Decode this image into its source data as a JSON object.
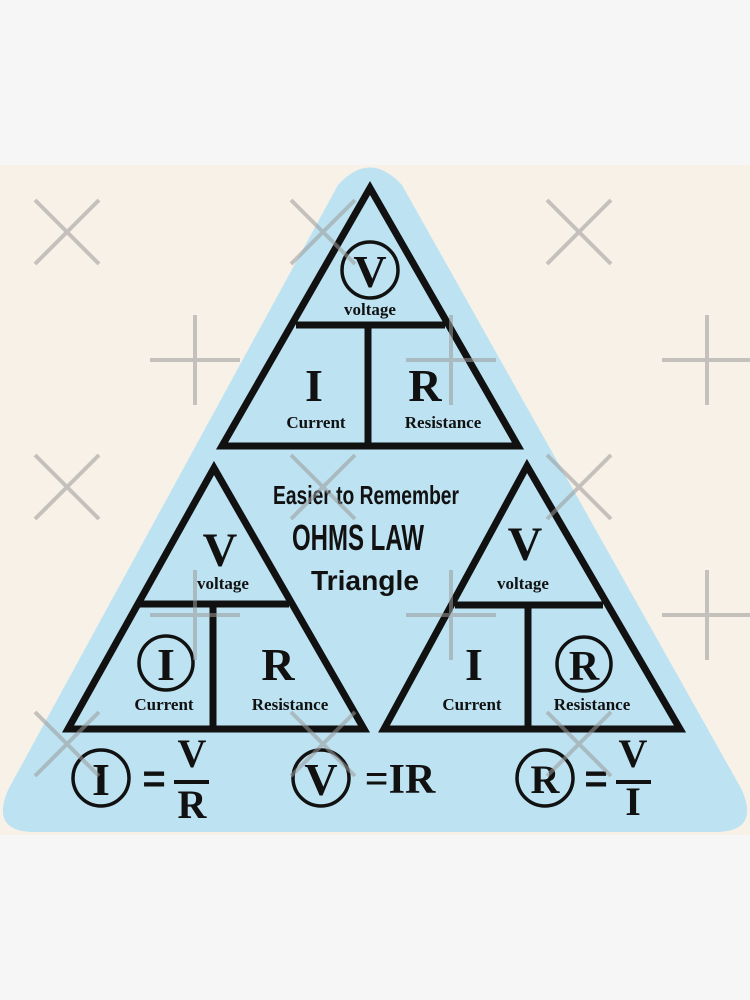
{
  "colors": {
    "page_bg": "#f6f6f6",
    "backdrop": "#f8f1e8",
    "sticker": "#bde3f2",
    "ink": "#111111"
  },
  "top_triangle": {
    "v": "V",
    "voltage": "voltage",
    "i": "I",
    "current": "Current",
    "r": "R",
    "resistance": "Resistance"
  },
  "left_triangle": {
    "v": "V",
    "voltage": "voltage",
    "i": "I",
    "current": "Current",
    "r": "R",
    "resistance": "Resistance"
  },
  "right_triangle": {
    "v": "V",
    "voltage": "voltage",
    "i": "I",
    "current": "Current",
    "r": "R",
    "resistance": "Resistance"
  },
  "title": {
    "line1": "Easier to Remember",
    "line2": "OHMS LAW",
    "line3": "Triangle"
  },
  "formulas": {
    "current": {
      "lhs": "I",
      "eq": "=",
      "num": "V",
      "den": "R"
    },
    "voltage": {
      "lhs": "V",
      "rhs": "=IR"
    },
    "resistance": {
      "lhs": "R",
      "eq": "=",
      "num": "V",
      "den": "I"
    }
  }
}
